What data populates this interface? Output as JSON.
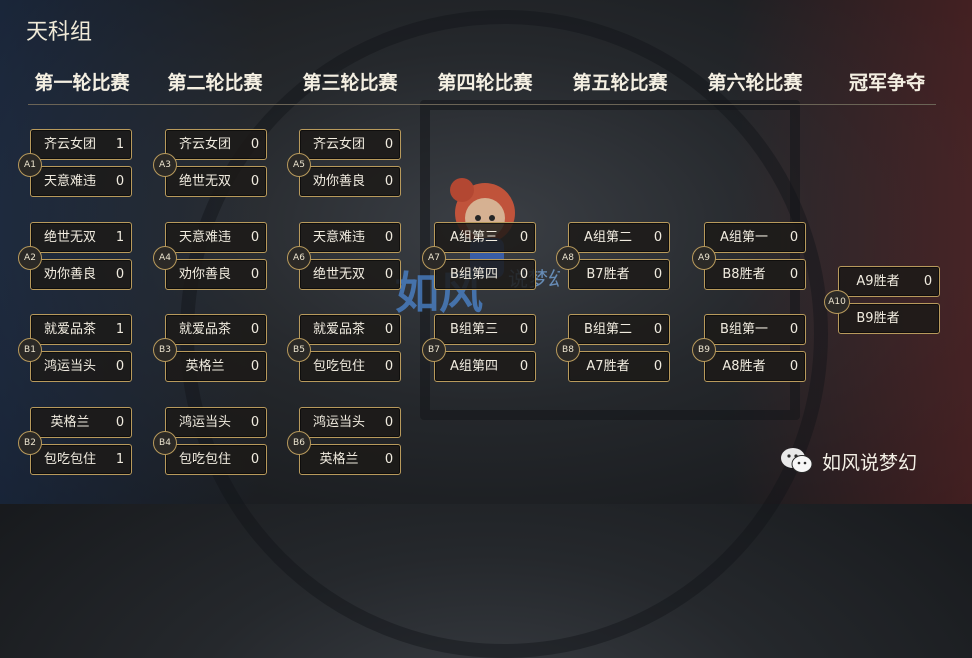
{
  "header": {
    "group_title": "天科组"
  },
  "rounds": [
    {
      "label": "第一轮比赛"
    },
    {
      "label": "第二轮比赛"
    },
    {
      "label": "第三轮比赛"
    },
    {
      "label": "第四轮比赛"
    },
    {
      "label": "第五轮比赛"
    },
    {
      "label": "第六轮比赛"
    },
    {
      "label": "冠军争夺"
    }
  ],
  "matches": [
    {
      "id": "A1",
      "team1": "齐云女团",
      "score1": "1",
      "team2": "天意难违",
      "score2": "0"
    },
    {
      "id": "A2",
      "team1": "绝世无双",
      "score1": "1",
      "team2": "劝你善良",
      "score2": "0"
    },
    {
      "id": "B1",
      "team1": "就爱品茶",
      "score1": "1",
      "team2": "鸿运当头",
      "score2": "0"
    },
    {
      "id": "B2",
      "team1": "英格兰",
      "score1": "0",
      "team2": "包吃包住",
      "score2": "1"
    },
    {
      "id": "A3",
      "team1": "齐云女团",
      "score1": "0",
      "team2": "绝世无双",
      "score2": "0"
    },
    {
      "id": "A4",
      "team1": "天意难违",
      "score1": "0",
      "team2": "劝你善良",
      "score2": "0"
    },
    {
      "id": "B3",
      "team1": "就爱品茶",
      "score1": "0",
      "team2": "英格兰",
      "score2": "0"
    },
    {
      "id": "B4",
      "team1": "鸿运当头",
      "score1": "0",
      "team2": "包吃包住",
      "score2": "0"
    },
    {
      "id": "A5",
      "team1": "齐云女团",
      "score1": "0",
      "team2": "劝你善良",
      "score2": "0"
    },
    {
      "id": "A6",
      "team1": "天意难违",
      "score1": "0",
      "team2": "绝世无双",
      "score2": "0"
    },
    {
      "id": "B5",
      "team1": "就爱品茶",
      "score1": "0",
      "team2": "包吃包住",
      "score2": "0"
    },
    {
      "id": "B6",
      "team1": "鸿运当头",
      "score1": "0",
      "team2": "英格兰",
      "score2": "0"
    },
    {
      "id": "A7",
      "team1": "A组第三",
      "score1": "0",
      "team2": "B组第四",
      "score2": "0"
    },
    {
      "id": "B7",
      "team1": "B组第三",
      "score1": "0",
      "team2": "A组第四",
      "score2": "0"
    },
    {
      "id": "A8",
      "team1": "A组第二",
      "score1": "0",
      "team2": "B7胜者",
      "score2": "0"
    },
    {
      "id": "B8",
      "team1": "B组第二",
      "score1": "0",
      "team2": "A7胜者",
      "score2": "0"
    },
    {
      "id": "A9",
      "team1": "A组第一",
      "score1": "0",
      "team2": "B8胜者",
      "score2": "0"
    },
    {
      "id": "B9",
      "team1": "B组第一",
      "score1": "0",
      "team2": "A8胜者",
      "score2": "0"
    },
    {
      "id": "A10",
      "team1": "A9胜者",
      "score1": "0",
      "team2": "B9胜者",
      "score2": ""
    }
  ],
  "watermark": {
    "text": "如风说梦幻",
    "icon": "wechat-icon"
  },
  "colors": {
    "accent_border": "#b89a5c",
    "text": "#f1ece0"
  }
}
